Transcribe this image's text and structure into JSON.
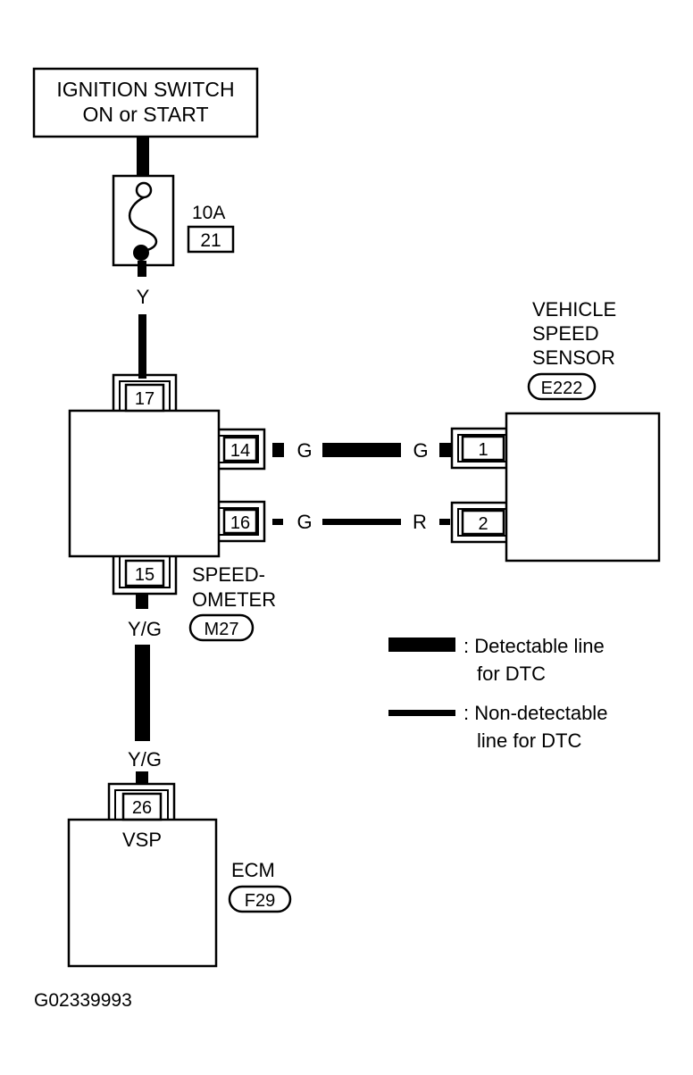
{
  "ignition_switch": {
    "line1": "IGNITION SWITCH",
    "line2": "ON or START"
  },
  "fuse": {
    "rating": "10A",
    "number": "21"
  },
  "wire_colors": {
    "ign_to_speedo": "Y",
    "speedo_14_side": "G",
    "sensor_1_side": "G",
    "speedo_16_side": "G",
    "sensor_2_side": "R",
    "speedo_to_ecm_top": "Y/G",
    "speedo_to_ecm_bottom": "Y/G"
  },
  "speedometer": {
    "label_line1": "SPEED-",
    "label_line2": "OMETER",
    "connector": "M27",
    "pins": {
      "top": "17",
      "right_upper": "14",
      "right_lower": "16",
      "bottom": "15"
    }
  },
  "vehicle_speed_sensor": {
    "label_line1": "VEHICLE",
    "label_line2": "SPEED",
    "label_line3": "SENSOR",
    "connector": "E222",
    "pins": {
      "upper": "1",
      "lower": "2"
    }
  },
  "ecm": {
    "label": "ECM",
    "connector": "F29",
    "terminal_name": "VSP",
    "pin": "26"
  },
  "legend": {
    "detectable_line1": ": Detectable line",
    "detectable_line2": "for DTC",
    "nondetectable_line1": ": Non-detectable",
    "nondetectable_line2": "line for DTC"
  },
  "figure_id": "G02339993"
}
